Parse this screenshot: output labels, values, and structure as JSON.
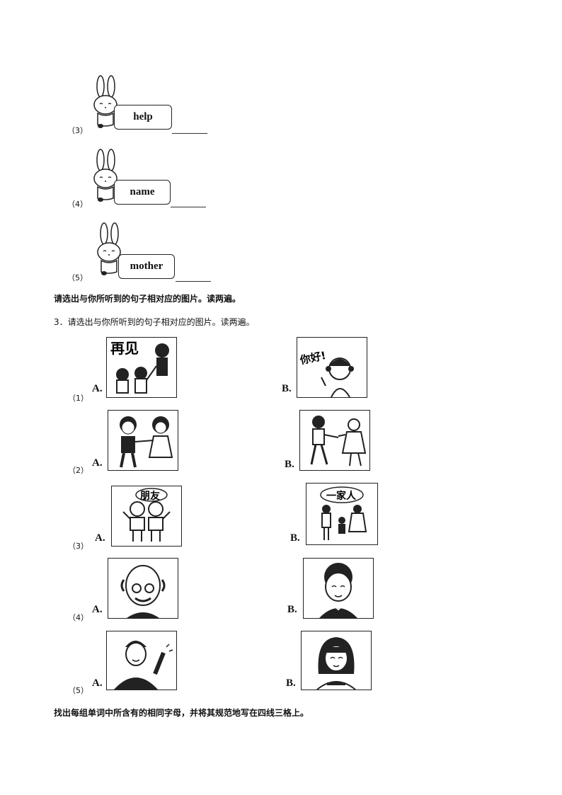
{
  "rabbit_items": [
    {
      "num": "（3）",
      "word": "help"
    },
    {
      "num": "（4）",
      "word": "name"
    },
    {
      "num": "（5）",
      "word": "mother"
    }
  ],
  "section_heading": "请选出与你所听到的句子相对应的图片。读两遍。",
  "question3": "3．请选出与你所听到的句子相对应的图片。读两遍。",
  "option_a": "A.",
  "option_b": "B.",
  "pic_items": [
    {
      "num": "（1）",
      "a_text": "再见",
      "b_text": "你好!"
    },
    {
      "num": "（2）"
    },
    {
      "num": "（3）",
      "a_text": "朋友",
      "b_text": "一家人"
    },
    {
      "num": "（4）"
    },
    {
      "num": "（5）"
    }
  ],
  "final_instruction": "找出每组单词中所含有的相同字母，并将其规范地写在四线三格上。"
}
